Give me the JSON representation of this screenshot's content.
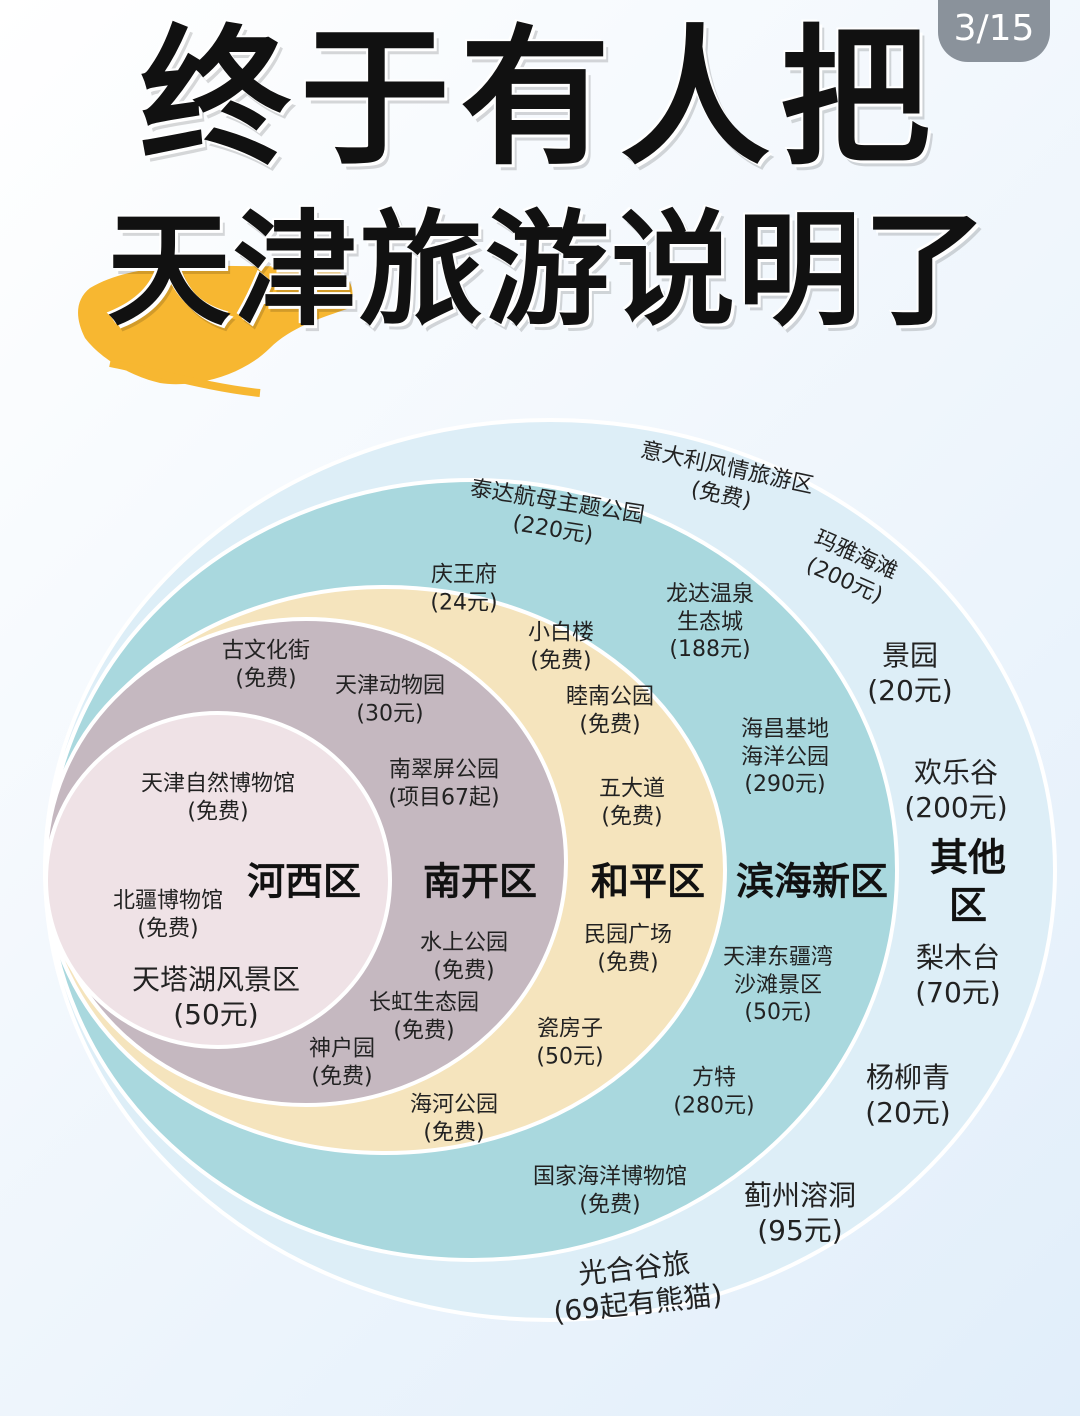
{
  "page_indicator": "3/15",
  "title": {
    "line1": "终于有人把",
    "line2": "天津旅游说明了"
  },
  "colors": {
    "ring_outer": "#ddeef7",
    "ring_binhai": "#a9d8de",
    "ring_heping": "#f5e4bd",
    "ring_nankai": "#c5b8c0",
    "ring_hexi": "#efe2e6",
    "highlight": "#f7b731"
  },
  "districts": {
    "hexi": "河西区",
    "nankai": "南开区",
    "heping": "和平区",
    "binhai": "滨海新区",
    "other": "其他区"
  },
  "hexi_attractions": [
    {
      "text": "天津自然博物馆\n(免费)"
    },
    {
      "text": "北疆博物馆\n(免费)"
    },
    {
      "text": "天塔湖风景区\n(50元)"
    }
  ],
  "nankai_attractions": [
    {
      "text": "古文化街\n(免费)"
    },
    {
      "text": "天津动物园\n(30元)"
    },
    {
      "text": "南翠屏公园\n(项目67起)"
    },
    {
      "text": "水上公园\n(免费)"
    },
    {
      "text": "长虹生态园\n(免费)"
    },
    {
      "text": "神户园\n(免费)"
    }
  ],
  "heping_attractions": [
    {
      "text": "庆王府\n(24元)"
    },
    {
      "text": "小白楼\n(免费)"
    },
    {
      "text": "睦南公园\n(免费)"
    },
    {
      "text": "五大道\n(免费)"
    },
    {
      "text": "民园广场\n(免费)"
    },
    {
      "text": "瓷房子\n(50元)"
    },
    {
      "text": "海河公园\n(免费)"
    }
  ],
  "binhai_attractions": [
    {
      "text": "泰达航母主题公园\n(220元)"
    },
    {
      "text": "龙达温泉\n生态城\n(188元)"
    },
    {
      "text": "海昌基地\n海洋公园\n(290元)"
    },
    {
      "text": "天津东疆湾\n沙滩景区\n(50元)"
    },
    {
      "text": "方特\n(280元)"
    },
    {
      "text": "国家海洋博物馆\n(免费)"
    }
  ],
  "other_attractions": [
    {
      "text": "意大利风情旅游区\n(免费)"
    },
    {
      "text": "玛雅海滩\n(200元)"
    },
    {
      "text": "景园\n(20元)"
    },
    {
      "text": "欢乐谷\n(200元)"
    },
    {
      "text": "梨木台\n(70元)"
    },
    {
      "text": "杨柳青\n(20元)"
    },
    {
      "text": "蓟州溶洞\n(95元)"
    },
    {
      "text": "光合谷旅\n(69起有熊猫)"
    }
  ]
}
